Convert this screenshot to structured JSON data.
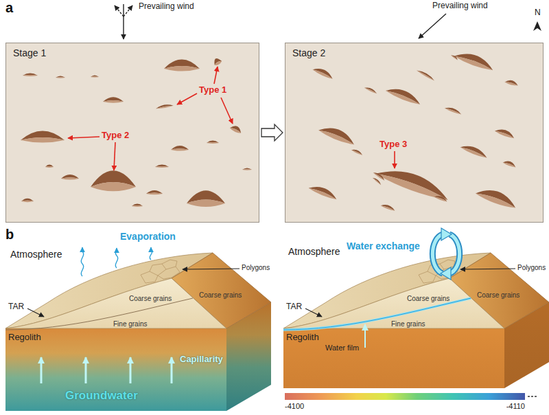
{
  "diagram": {
    "nodes": [
      {
        "text": [
          "Stage 1"
        ]
      },
      {
        "text": [
          "Stage 2"
        ]
      }
    ],
    "edges": [
      {
        "from": 0,
        "to": 1,
        "arrow": "to"
      }
    ],
    "labels": [
      "a",
      "Prevailing wind",
      "N",
      "Prevailing wind",
      "Type 1",
      "Type 2",
      "Type 3",
      "b",
      "Atmosphere",
      "Evaporation",
      "TAR",
      "Coarse grains",
      "Fine grains",
      "Coarse grains",
      "Polygons",
      "Regolith",
      "Capillarity",
      "Groundwater",
      "Atmosphere",
      "Water exchange",
      "TAR",
      "Coarse grains",
      "Fine grains",
      "Coarse grains",
      "Polygons",
      "Regolith",
      "Water film",
      "-4100",
      "-4110"
    ]
  }
}
